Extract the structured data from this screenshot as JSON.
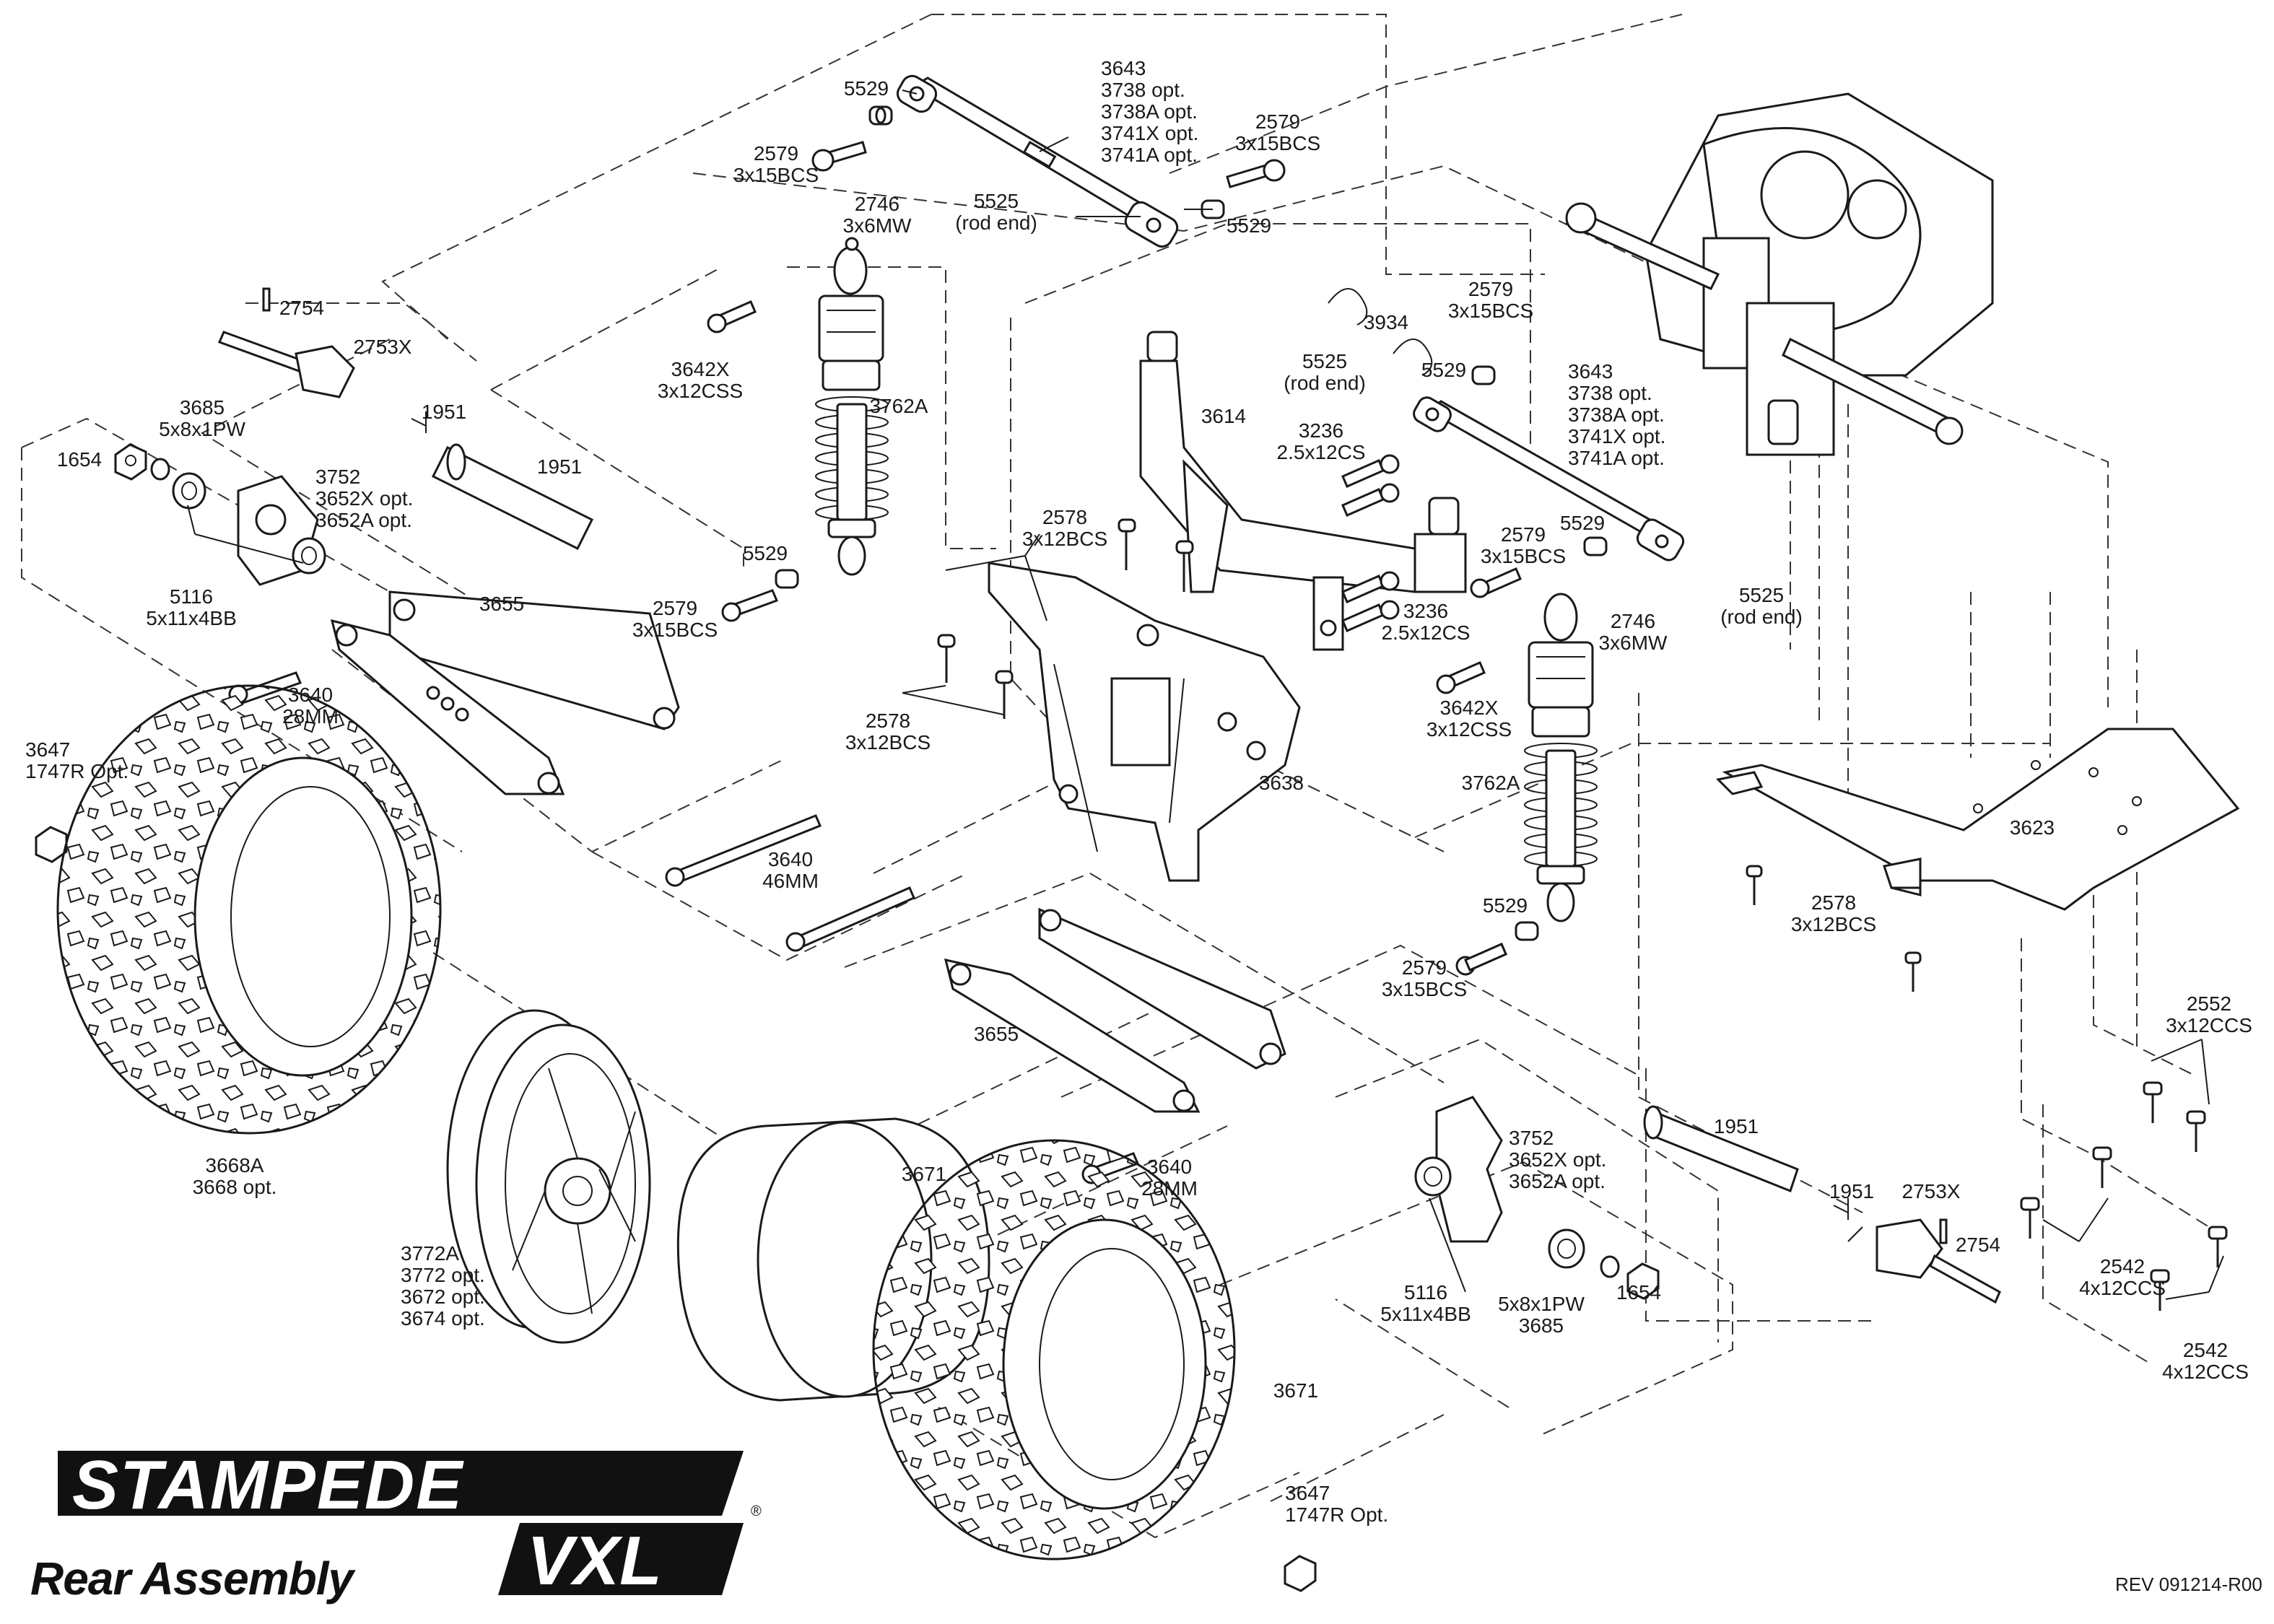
{
  "brand": {
    "model": "STAMPEDE",
    "variant": "VXL",
    "trademark": "®"
  },
  "subtitle": "Rear Assembly",
  "revision": "REV 091214-R00",
  "labels": [
    {
      "id": "l-5529-a",
      "text": "5529"
    },
    {
      "id": "l-3643-a",
      "text": "3643\n3738 opt.\n3738A opt.\n3741X opt.\n3741A opt."
    },
    {
      "id": "l-2579-a",
      "text": "2579\n3x15BCS"
    },
    {
      "id": "l-2579-b",
      "text": "2579\n3x15BCS"
    },
    {
      "id": "l-5525-a",
      "text": "5525\n(rod end)"
    },
    {
      "id": "l-5529-b",
      "text": "5529"
    },
    {
      "id": "l-2746-a",
      "text": "2746\n3x6MW"
    },
    {
      "id": "l-2754-a",
      "text": "2754"
    },
    {
      "id": "l-2753x-a",
      "text": "2753X"
    },
    {
      "id": "l-3642x-a",
      "text": "3642X\n3x12CSS"
    },
    {
      "id": "l-3762a-a",
      "text": "3762A"
    },
    {
      "id": "l-3685-a",
      "text": "3685\n5x8x1PW"
    },
    {
      "id": "l-1951-a",
      "text": "1951"
    },
    {
      "id": "l-1951-b",
      "text": "1951"
    },
    {
      "id": "l-1654-a",
      "text": "1654"
    },
    {
      "id": "l-3752-a",
      "text": "3752\n3652X opt.\n3652A opt."
    },
    {
      "id": "l-5116-a",
      "text": "5116\n5x11x4BB"
    },
    {
      "id": "l-3655-a",
      "text": "3655"
    },
    {
      "id": "l-5529-c",
      "text": "5529"
    },
    {
      "id": "l-2579-c",
      "text": "2579\n3x15BCS"
    },
    {
      "id": "l-3640-a",
      "text": "3640\n28MM"
    },
    {
      "id": "l-3647-a",
      "text": "3647\n1747R Opt."
    },
    {
      "id": "l-3934",
      "text": "3934"
    },
    {
      "id": "l-2579-d",
      "text": "2579\n3x15BCS"
    },
    {
      "id": "l-5525-b",
      "text": "5525\n(rod end)"
    },
    {
      "id": "l-5529-d",
      "text": "5529"
    },
    {
      "id": "l-3643-b",
      "text": "3643\n3738 opt.\n3738A opt.\n3741X opt.\n3741A opt."
    },
    {
      "id": "l-3614",
      "text": "3614"
    },
    {
      "id": "l-3236-a",
      "text": "3236\n2.5x12CS"
    },
    {
      "id": "l-2578-a",
      "text": "2578\n3x12BCS"
    },
    {
      "id": "l-2579-e",
      "text": "2579\n3x15BCS"
    },
    {
      "id": "l-5529-e",
      "text": "5529"
    },
    {
      "id": "l-5525-c",
      "text": "5525\n(rod end)"
    },
    {
      "id": "l-3236-b",
      "text": "3236\n2.5x12CS"
    },
    {
      "id": "l-2746-b",
      "text": "2746\n3x6MW"
    },
    {
      "id": "l-3642x-b",
      "text": "3642X\n3x12CSS"
    },
    {
      "id": "l-2578-b",
      "text": "2578\n3x12BCS"
    },
    {
      "id": "l-3638",
      "text": "3638"
    },
    {
      "id": "l-3762a-b",
      "text": "3762A"
    },
    {
      "id": "l-3640-b",
      "text": "3640\n46MM"
    },
    {
      "id": "l-3623",
      "text": "3623"
    },
    {
      "id": "l-2578-c",
      "text": "2578\n3x12BCS"
    },
    {
      "id": "l-5529-f",
      "text": "5529"
    },
    {
      "id": "l-2579-f",
      "text": "2579\n3x15BCS"
    },
    {
      "id": "l-3655-b",
      "text": "3655"
    },
    {
      "id": "l-2552",
      "text": "2552\n3x12CCS"
    },
    {
      "id": "l-3668a",
      "text": "3668A\n3668 opt."
    },
    {
      "id": "l-3671-a",
      "text": "3671"
    },
    {
      "id": "l-3640-c",
      "text": "3640\n28MM"
    },
    {
      "id": "l-1951-c",
      "text": "1951"
    },
    {
      "id": "l-3752-b",
      "text": "3752\n3652X opt.\n3652A opt."
    },
    {
      "id": "l-1951-d",
      "text": "1951"
    },
    {
      "id": "l-2753x-b",
      "text": "2753X"
    },
    {
      "id": "l-2754-b",
      "text": "2754"
    },
    {
      "id": "l-2542-a",
      "text": "2542\n4x12CCS"
    },
    {
      "id": "l-3772a",
      "text": "3772A\n3772 opt.\n3672 opt.\n3674 opt."
    },
    {
      "id": "l-5116-b",
      "text": "5116\n5x11x4BB"
    },
    {
      "id": "l-5x8",
      "text": "5x8x1PW\n3685"
    },
    {
      "id": "l-1654-b",
      "text": "1654"
    },
    {
      "id": "l-2542-b",
      "text": "2542\n4x12CCS"
    },
    {
      "id": "l-3671-b",
      "text": "3671"
    },
    {
      "id": "l-3647-b",
      "text": "3647\n1747R Opt."
    }
  ]
}
